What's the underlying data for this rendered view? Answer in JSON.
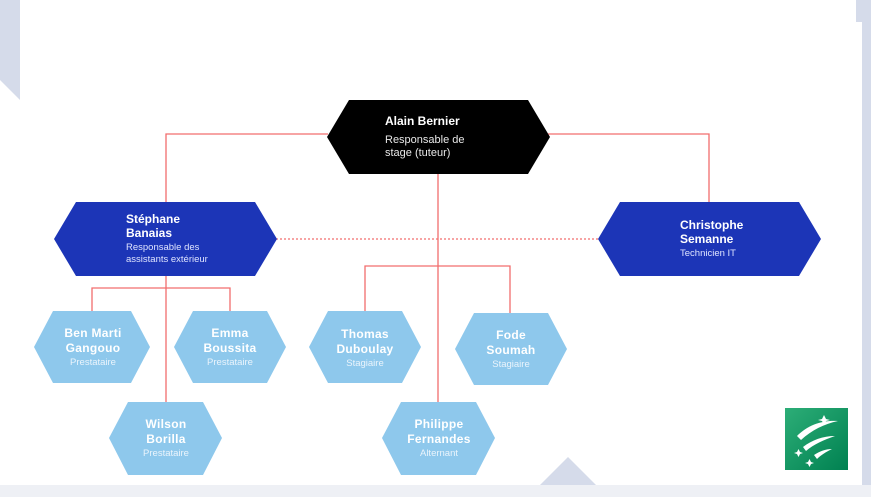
{
  "colors": {
    "boss": "#000000",
    "manager": "#1c35b7",
    "member": "#8ec8ec",
    "connector": "#f26d6d",
    "frame": "#d5dbea",
    "logo_green": "#00965e"
  },
  "org": {
    "head": {
      "name": "Alain Bernier",
      "role": "Responsable de stage (tuteur)"
    },
    "left_manager": {
      "name": "Stéphane Banaias",
      "role": "Responsable des assistants extérieur"
    },
    "right_manager": {
      "name": "Christophe Semanne",
      "role": "Technicien IT"
    },
    "members": [
      {
        "name": "Ben Marti Gangouo",
        "role": "Prestataire"
      },
      {
        "name": "Emma Boussita",
        "role": "Prestataire"
      },
      {
        "name": "Wilson Borilla",
        "role": "Prestataire"
      },
      {
        "name": "Thomas Duboulay",
        "role": "Stagiaire"
      },
      {
        "name": "Fode Soumah",
        "role": "Stagiaire"
      },
      {
        "name": "Philippe Fernandes",
        "role": "Alternant"
      }
    ]
  },
  "logo": {
    "icon": "bnp-paribas-stars-icon"
  }
}
